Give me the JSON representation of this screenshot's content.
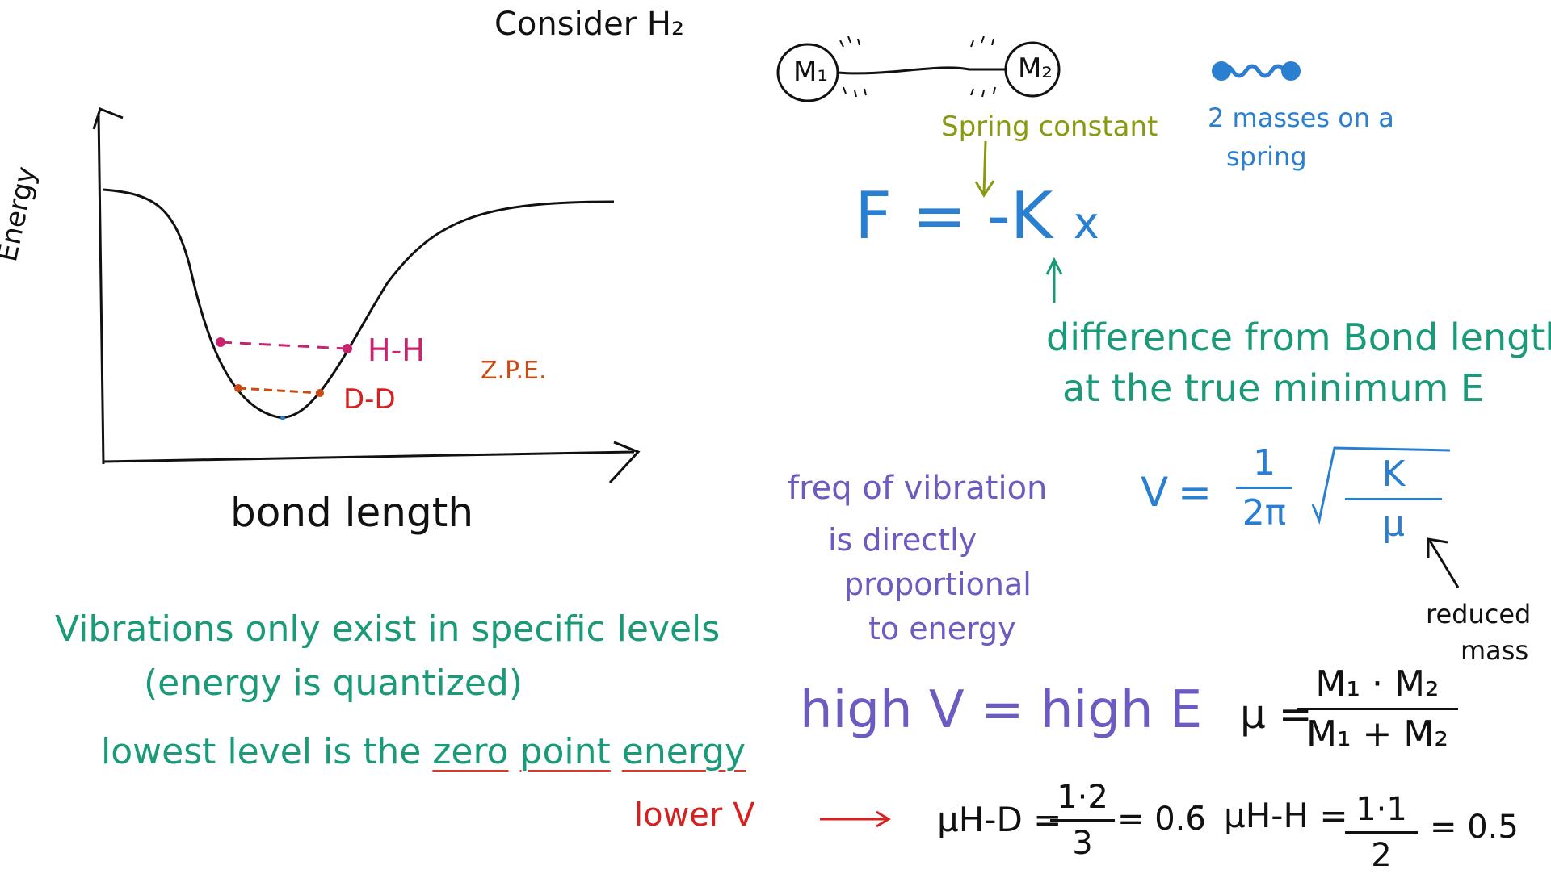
{
  "colors": {
    "black": "#111111",
    "teal": "#1a9a78",
    "blue": "#2a7fd0",
    "purple": "#6a5cc0",
    "olive": "#8a9a10",
    "red": "#d82020",
    "orange": "#cc4a14",
    "magenta": "#c8246e"
  },
  "title": "Consider H₂",
  "graph": {
    "ylabel": "Energy",
    "xlabel": "bond length",
    "level_hh": "H-H",
    "level_dd": "D-D",
    "zpe": "Z.P.E."
  },
  "molecule": {
    "m1": "M₁",
    "m2": "M₂",
    "spring_label": "Spring constant",
    "two_masses_line1": "2 masses on a",
    "two_masses_line2": "spring"
  },
  "hooke": {
    "F": "F",
    "eq": "=",
    "neg_k": "-K",
    "x": "x",
    "diff_line1": "difference from Bond length",
    "diff_line2": "at   the   true minimum E"
  },
  "vibration": {
    "freq_line1": "freq of vibration",
    "freq_line2": "is directly",
    "freq_line3": "proportional",
    "freq_line4": "to energy",
    "nu": "V",
    "eq": "=",
    "one": "1",
    "two_pi": "2π",
    "k": "K",
    "mu": "μ",
    "reduced_line1": "reduced",
    "reduced_line2": "mass",
    "high": "high V = high E"
  },
  "reduced_mass": {
    "mu_eq": "μ =",
    "num": "M₁ · M₂",
    "den": "M₁ + M₂"
  },
  "notes": {
    "line1": "Vibrations only exist in specific levels",
    "line2": "(energy is quantized)",
    "line3_a": "lowest level is the",
    "zero": "zero",
    "point": "point",
    "energy": "energy",
    "lower_v": "lower V"
  },
  "examples": {
    "mu_hd": "μH-D =",
    "hd_num": "1·2",
    "hd_den": "3",
    "hd_result": "= 0.6̄",
    "mu_hh": "μH-H =",
    "hh_num": "1·1",
    "hh_den": "2",
    "hh_result": "= 0.5"
  }
}
